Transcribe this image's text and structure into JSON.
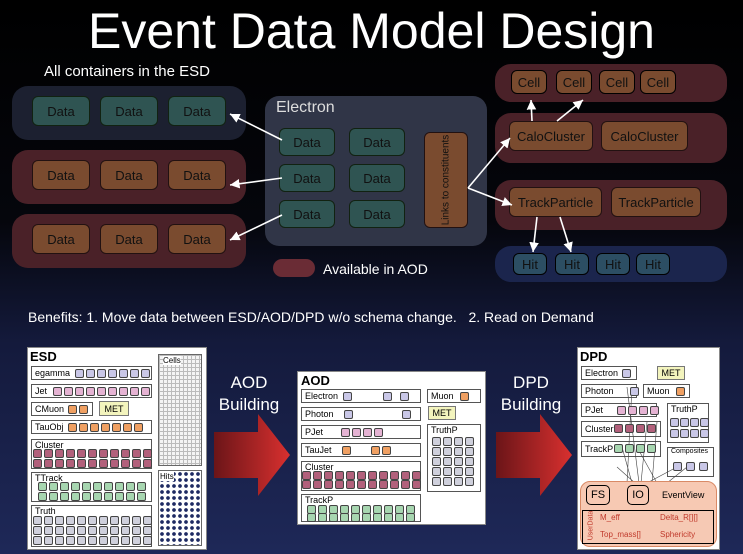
{
  "title": "Event Data Model Design",
  "subtitle": "All containers in the ESD",
  "data_label": "Data",
  "electron_label": "Electron",
  "links_label": "Links to constituents",
  "cell_label": "Cell",
  "calo_label": "CaloCluster",
  "track_label": "TrackParticle",
  "hit_label": "Hit",
  "legend_label": "Available in AOD",
  "benefits": "Benefits: 1. Move data between ESD/AOD/DPD w/o schema change.   2. Read on Demand",
  "arrows": {
    "aod": [
      "AOD",
      "Building"
    ],
    "dpd": [
      "DPD",
      "Building"
    ]
  },
  "esd": {
    "title": "ESD",
    "rows": [
      "egamma",
      "Jet",
      "CMuon",
      "TauObj",
      "Cluster",
      "TTrack",
      "Truth"
    ],
    "met": "MET",
    "cells": "Cells",
    "hits": "Hits"
  },
  "aod": {
    "title": "AOD",
    "rows": [
      "Electron",
      "Photon",
      "PJet",
      "TauJet",
      "Cluster",
      "TrackP"
    ],
    "muon": "Muon",
    "met": "MET",
    "truthp": "TruthP"
  },
  "dpd": {
    "title": "DPD",
    "rows": [
      "Electron",
      "Photon",
      "PJet",
      "Cluster",
      "TrackP"
    ],
    "met": "MET",
    "muon": "Muon",
    "truthp": "TruthP",
    "composites": "Composites",
    "fs": "FS",
    "io": "IO",
    "eventview": "EventView",
    "userdata": "UserData",
    "cells": [
      "M_eff",
      "Delta_R[][]",
      "Top_mass[]",
      "Sphericity"
    ]
  }
}
